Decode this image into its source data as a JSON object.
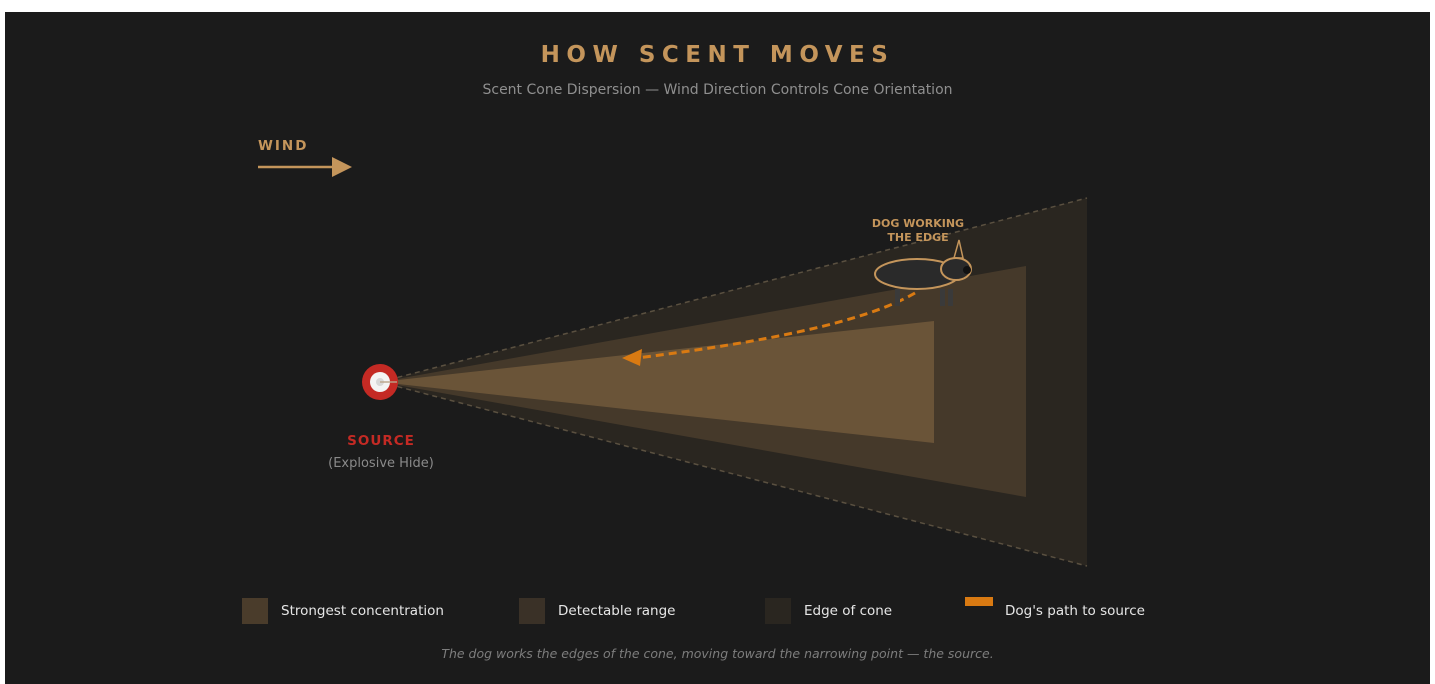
{
  "header": {
    "title": "HOW SCENT MOVES",
    "subtitle": "Scent Cone Dispersion — Wind Direction Controls Cone Orientation"
  },
  "wind": {
    "label": "WIND",
    "direction": "left-to-right",
    "icon": "arrow-right-icon"
  },
  "source": {
    "label": "SOURCE",
    "sublabel": "(Explosive Hide)",
    "color": "#c42a24",
    "icon": "target-icon"
  },
  "dog": {
    "label_line1": "DOG WORKING",
    "label_line2": "THE EDGE",
    "icon": "dog-icon"
  },
  "legend": [
    {
      "label": "Strongest concentration",
      "color": "#4a3c2b",
      "type": "swatch"
    },
    {
      "label": "Detectable range",
      "color": "#3a3127",
      "type": "swatch"
    },
    {
      "label": "Edge of cone",
      "color": "#2a2620",
      "type": "swatch"
    },
    {
      "label": "Dog's path to source",
      "color": "#d97a12",
      "type": "line"
    }
  ],
  "caption": "The dog works the edges of the cone, moving toward the narrowing point — the source.",
  "colors": {
    "background": "#1b1b1b",
    "accent": "#c4955b",
    "cone_outer": "#2a2620",
    "cone_middle": "#45392a",
    "cone_inner": "#6a5438",
    "path": "#d97a12"
  }
}
